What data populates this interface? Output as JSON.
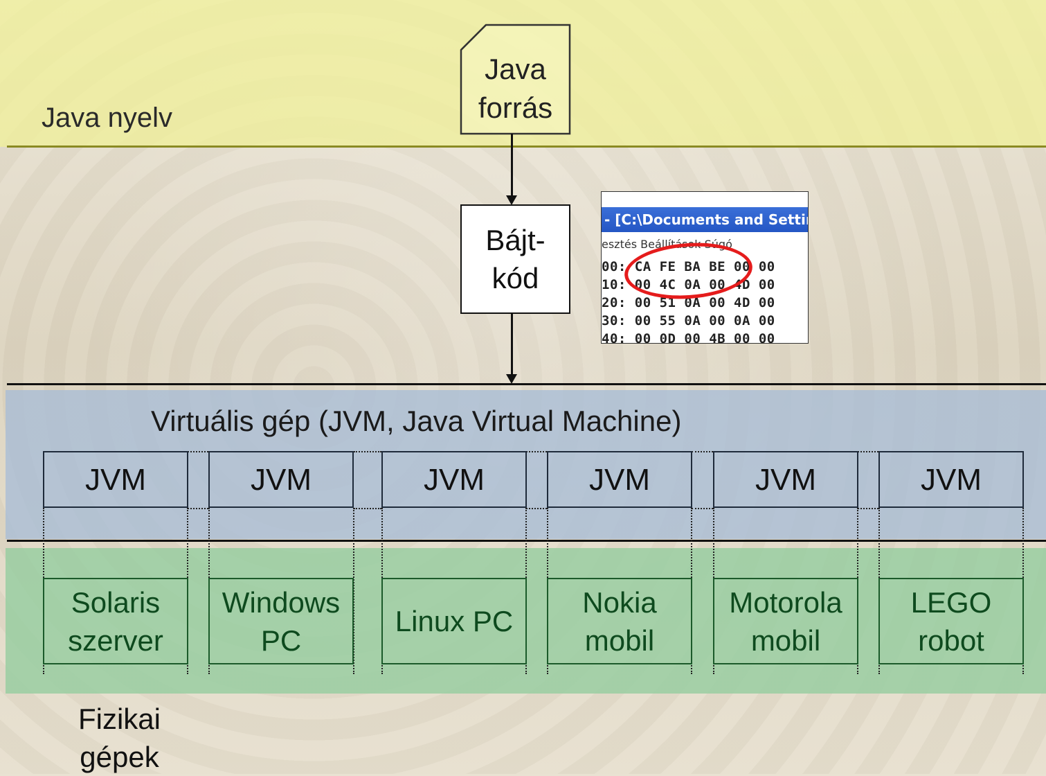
{
  "layers": {
    "language": "Java nyelv",
    "vm": "Virtuális gép (JVM, Java Virtual Machine)",
    "physical": "Fizikai gépek"
  },
  "source_doc": {
    "line1": "Java",
    "line2": "forrás"
  },
  "bytecode": {
    "line1": "Bájt-",
    "line2": "kód"
  },
  "hex_screenshot": {
    "title": "- [C:\\Documents and Setting",
    "menu": "esztés  Beállítások  Súgó",
    "rows": [
      "00: CA FE BA BE 00 00",
      "10: 00 4C 0A 00 4D 00",
      "20: 00 51 0A 00 4D 00",
      "30: 00 55 0A 00 0A 00",
      "40: 00 0D 00 4B 00 00"
    ]
  },
  "jvm_label": "JVM",
  "machines": [
    {
      "line1": "Solaris",
      "line2": "szerver"
    },
    {
      "line1": "Windows",
      "line2": "PC"
    },
    {
      "line1": "Linux PC",
      "line2": ""
    },
    {
      "line1": "Nokia",
      "line2": "mobil"
    },
    {
      "line1": "Motorola",
      "line2": "mobil"
    },
    {
      "line1": "LEGO",
      "line2": "robot"
    }
  ],
  "colors": {
    "language_band": "#f0f096",
    "vm_band": "#a8bcd6",
    "physical_band": "#96cda0",
    "highlight": "#e51c1c"
  }
}
